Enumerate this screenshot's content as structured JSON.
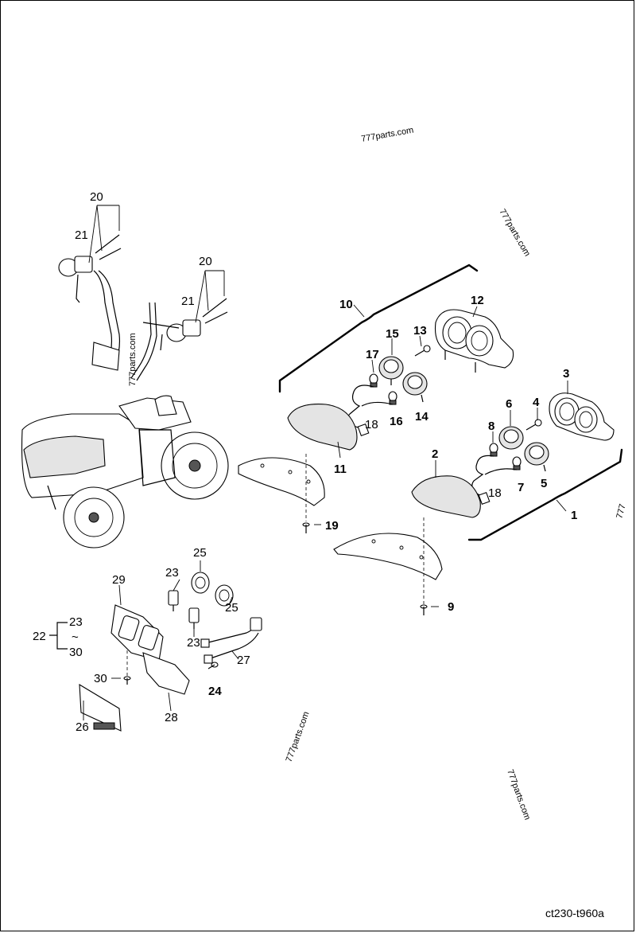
{
  "diagram": {
    "code": "ct230-t960a",
    "tilde": "~",
    "watermarks": [
      "777parts.com",
      "777parts.com",
      "777parts.com",
      "777parts.com",
      "777parts.com",
      "777"
    ],
    "callouts": [
      {
        "id": "1",
        "label": "1",
        "bold": true
      },
      {
        "id": "2",
        "label": "2",
        "bold": true
      },
      {
        "id": "3",
        "label": "3",
        "bold": true
      },
      {
        "id": "4",
        "label": "4",
        "bold": true
      },
      {
        "id": "5",
        "label": "5",
        "bold": true
      },
      {
        "id": "6",
        "label": "6",
        "bold": true
      },
      {
        "id": "7",
        "label": "7",
        "bold": true
      },
      {
        "id": "8",
        "label": "8",
        "bold": true
      },
      {
        "id": "9",
        "label": "9",
        "bold": true
      },
      {
        "id": "10",
        "label": "10",
        "bold": true
      },
      {
        "id": "11",
        "label": "11",
        "bold": true
      },
      {
        "id": "12",
        "label": "12",
        "bold": true
      },
      {
        "id": "13",
        "label": "13",
        "bold": true
      },
      {
        "id": "14",
        "label": "14",
        "bold": true
      },
      {
        "id": "15",
        "label": "15",
        "bold": true
      },
      {
        "id": "16",
        "label": "16",
        "bold": true
      },
      {
        "id": "17",
        "label": "17",
        "bold": true
      },
      {
        "id": "18a",
        "label": "18",
        "bold": false
      },
      {
        "id": "18b",
        "label": "18",
        "bold": false
      },
      {
        "id": "19",
        "label": "19",
        "bold": true
      },
      {
        "id": "20a",
        "label": "20",
        "bold": false
      },
      {
        "id": "20b",
        "label": "20",
        "bold": false
      },
      {
        "id": "21a",
        "label": "21",
        "bold": false
      },
      {
        "id": "21b",
        "label": "21",
        "bold": false
      },
      {
        "id": "22",
        "label": "22",
        "bold": false
      },
      {
        "id": "23a",
        "label": "23",
        "bold": false
      },
      {
        "id": "23b",
        "label": "23",
        "bold": false
      },
      {
        "id": "23c",
        "label": "23",
        "bold": false
      },
      {
        "id": "23d",
        "label": "23",
        "bold": false
      },
      {
        "id": "24",
        "label": "24",
        "bold": true
      },
      {
        "id": "25a",
        "label": "25",
        "bold": false
      },
      {
        "id": "25b",
        "label": "25",
        "bold": false
      },
      {
        "id": "26",
        "label": "26",
        "bold": false
      },
      {
        "id": "27",
        "label": "27",
        "bold": false
      },
      {
        "id": "28",
        "label": "28",
        "bold": false
      },
      {
        "id": "29",
        "label": "29",
        "bold": false
      },
      {
        "id": "30a",
        "label": "30",
        "bold": false
      },
      {
        "id": "30b",
        "label": "30",
        "bold": false
      }
    ]
  }
}
